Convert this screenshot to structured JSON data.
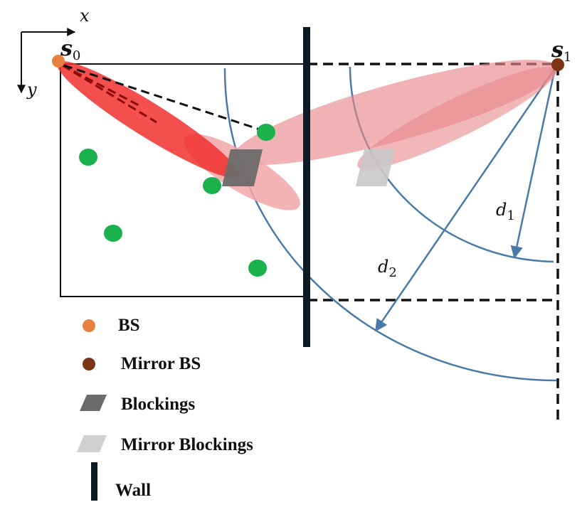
{
  "axes": {
    "x_label": "x",
    "y_label": "y"
  },
  "points": {
    "bs": {
      "label": "s",
      "subscript": "0",
      "color": "#E8803F"
    },
    "mirror_bs": {
      "label": "s",
      "subscript": "1",
      "color": "#7B3516"
    }
  },
  "distances": [
    {
      "label": "d",
      "subscript": "1"
    },
    {
      "label": "d",
      "subscript": "2"
    }
  ],
  "legend": {
    "bs": "BS",
    "mirror_bs": "Mirror BS",
    "blockings": "Blockings",
    "mirror_blockings": "Mirror Blockings",
    "wall": "Wall"
  },
  "colors": {
    "beam_main": "#F0302E",
    "beam_mirror": "#E8888C",
    "user": "#1BB14C",
    "blocking": "#6B6B6B",
    "mirror_blocking": "#D0D0D0",
    "arc": "#4A7BA8",
    "wall": "#0E1A24"
  }
}
